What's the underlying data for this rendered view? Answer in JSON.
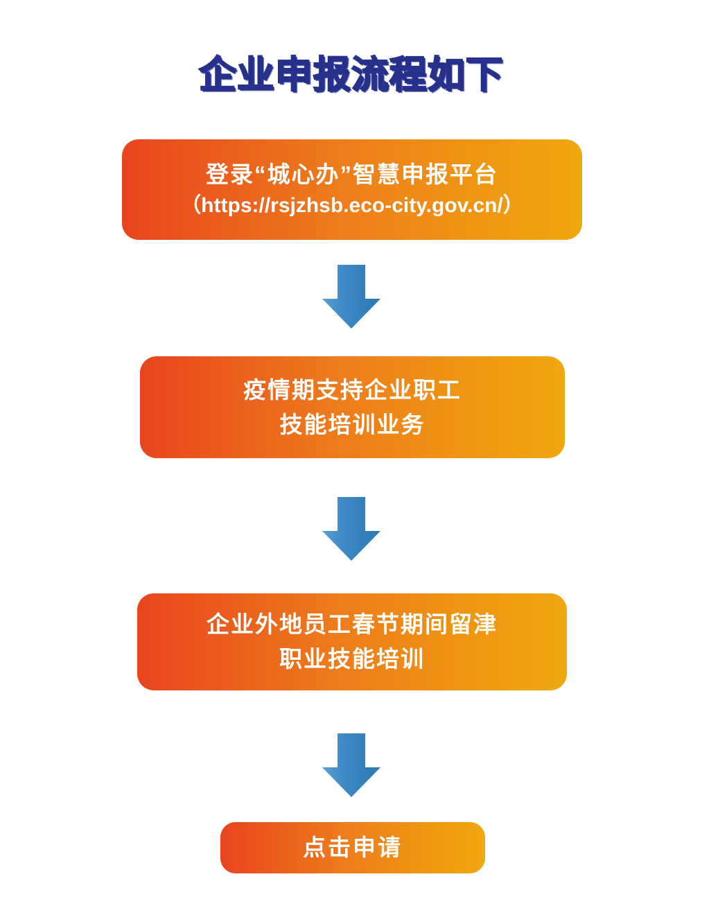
{
  "page": {
    "title": "企业申报流程如下",
    "background": "#ffffff",
    "title_color": "#26318C"
  },
  "theme": {
    "box_gradient_start": "#E8441E",
    "box_gradient_mid": "#ED7A1B",
    "box_gradient_end": "#F0A810",
    "arrow_color_light": "#4F96CE",
    "arrow_color_dark": "#2A78B4",
    "box_text_color": "#FFFFFF"
  },
  "flow": {
    "steps": [
      {
        "id": "step-1",
        "name": "login-platform-step",
        "line1": "登录“城心办”智慧申报平台",
        "line2": "（https://rsjzhsb.eco-city.gov.cn/）"
      },
      {
        "id": "step-2",
        "name": "epidemic-training-step",
        "line1": "疫情期支持企业职工",
        "line2": "技能培训业务"
      },
      {
        "id": "step-3",
        "name": "spring-festival-training-step",
        "line1": "企业外地员工春节期间留津",
        "line2": "职业技能培训"
      },
      {
        "id": "step-4",
        "name": "submit-application-step",
        "line1": "点击申请"
      }
    ],
    "connectors": [
      {
        "id": "arrow-1",
        "icon": "arrow-down-icon"
      },
      {
        "id": "arrow-2",
        "icon": "arrow-down-icon"
      },
      {
        "id": "arrow-3",
        "icon": "arrow-down-icon"
      }
    ]
  }
}
